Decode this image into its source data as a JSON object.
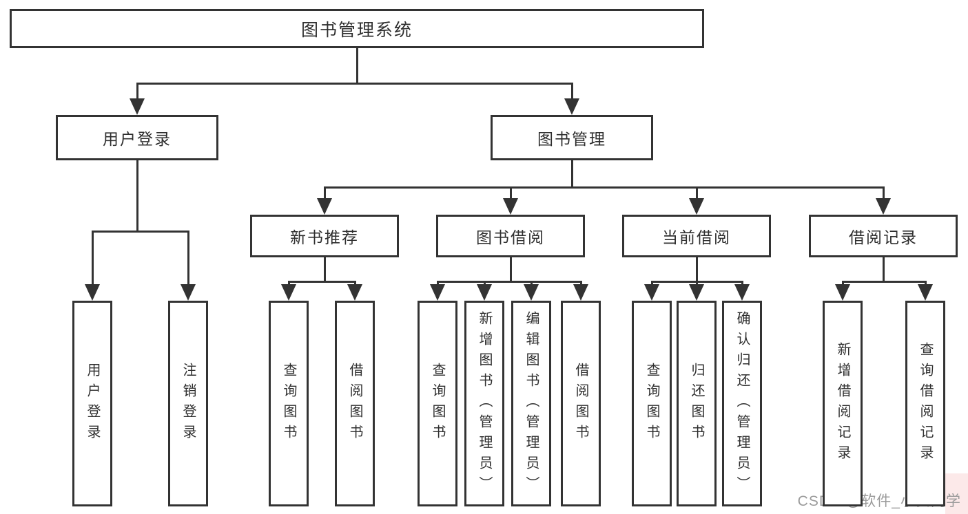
{
  "diagram": {
    "root": {
      "label": "图书管理系统"
    },
    "level2": [
      {
        "label": "用户登录",
        "children": [
          "用户登录",
          "注销登录"
        ]
      },
      {
        "label": "图书管理"
      }
    ],
    "level3": [
      {
        "label": "新书推荐",
        "children": [
          "查询图书",
          "借阅图书"
        ]
      },
      {
        "label": "图书借阅",
        "children": [
          "查询图书",
          "新增图书（管理员）",
          "编辑图书（管理员）",
          "借阅图书"
        ]
      },
      {
        "label": "当前借阅",
        "children": [
          "查询图书",
          "归还图书",
          "确认归还（管理员）"
        ]
      },
      {
        "label": "借阅记录",
        "children": [
          "新增借阅记录",
          "查询借阅记录"
        ]
      }
    ]
  },
  "watermark": {
    "text": "CSDN @软件_小贺同学"
  },
  "colors": {
    "line": "#333333",
    "box_fill": "#ffffff",
    "text": "#2f2f2f",
    "watermark": "#9b9b9b",
    "watermark_tint": "#fad7d7",
    "background": "#ffffff"
  }
}
